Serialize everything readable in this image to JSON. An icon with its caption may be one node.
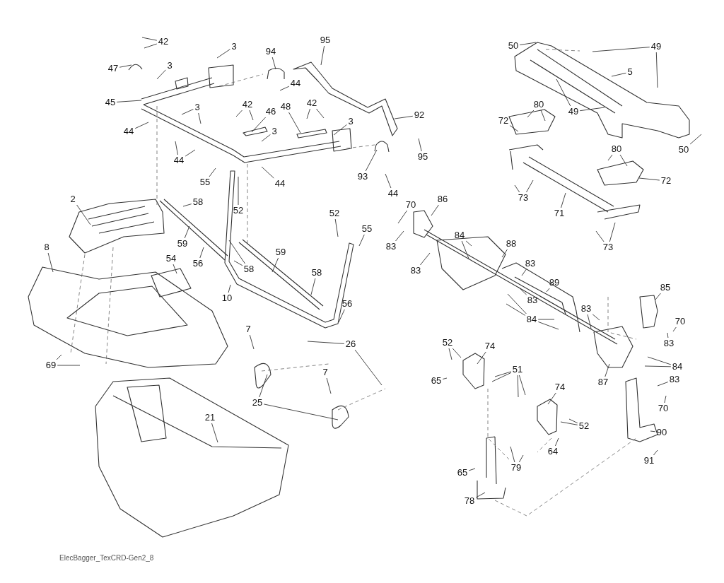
{
  "diagram": {
    "nodes": [
      {
        "text": [
          "42"
        ]
      },
      {
        "text": [
          "47"
        ]
      },
      {
        "text": [
          "3"
        ]
      },
      {
        "text": [
          "3"
        ]
      },
      {
        "text": [
          "45"
        ]
      },
      {
        "text": [
          "94"
        ]
      },
      {
        "text": [
          "95"
        ]
      },
      {
        "text": [
          "44"
        ]
      },
      {
        "text": [
          "3"
        ]
      },
      {
        "text": [
          "42"
        ]
      },
      {
        "text": [
          "46"
        ]
      },
      {
        "text": [
          "48"
        ]
      },
      {
        "text": [
          "42"
        ]
      },
      {
        "text": [
          "3"
        ]
      },
      {
        "text": [
          "92"
        ]
      },
      {
        "text": [
          "44"
        ]
      },
      {
        "text": [
          "3"
        ]
      },
      {
        "text": [
          "44"
        ]
      },
      {
        "text": [
          "95"
        ]
      },
      {
        "text": [
          "44"
        ]
      },
      {
        "text": [
          "93"
        ]
      },
      {
        "text": [
          "44"
        ]
      },
      {
        "text": [
          "55"
        ]
      },
      {
        "text": [
          "52"
        ]
      },
      {
        "text": [
          "58"
        ]
      },
      {
        "text": [
          "50"
        ]
      },
      {
        "text": [
          "49"
        ]
      },
      {
        "text": [
          "5"
        ]
      },
      {
        "text": [
          "49"
        ]
      },
      {
        "text": [
          "80"
        ]
      },
      {
        "text": [
          "72"
        ]
      },
      {
        "text": [
          "50"
        ]
      },
      {
        "text": [
          "80"
        ]
      },
      {
        "text": [
          "72"
        ]
      },
      {
        "text": [
          "73"
        ]
      },
      {
        "text": [
          "71"
        ]
      },
      {
        "text": [
          "73"
        ]
      },
      {
        "text": [
          "70"
        ]
      },
      {
        "text": [
          "86"
        ]
      },
      {
        "text": [
          "83"
        ]
      },
      {
        "text": [
          "84"
        ]
      },
      {
        "text": [
          "88"
        ]
      },
      {
        "text": [
          "83"
        ]
      },
      {
        "text": [
          "83"
        ]
      },
      {
        "text": [
          "89"
        ]
      },
      {
        "text": [
          "83"
        ]
      },
      {
        "text": [
          "84"
        ]
      },
      {
        "text": [
          "83"
        ]
      },
      {
        "text": [
          "85"
        ]
      },
      {
        "text": [
          "70"
        ]
      },
      {
        "text": [
          "83"
        ]
      },
      {
        "text": [
          "84"
        ]
      },
      {
        "text": [
          "87"
        ]
      },
      {
        "text": [
          "83"
        ]
      },
      {
        "text": [
          "70"
        ]
      },
      {
        "text": [
          "90"
        ]
      },
      {
        "text": [
          "91"
        ]
      },
      {
        "text": [
          "52"
        ]
      },
      {
        "text": [
          "74"
        ]
      },
      {
        "text": [
          "65"
        ]
      },
      {
        "text": [
          "51"
        ]
      },
      {
        "text": [
          "74"
        ]
      },
      {
        "text": [
          "52"
        ]
      },
      {
        "text": [
          "79"
        ]
      },
      {
        "text": [
          "64"
        ]
      },
      {
        "text": [
          "65"
        ]
      },
      {
        "text": [
          "78"
        ]
      },
      {
        "text": [
          "2"
        ]
      },
      {
        "text": [
          "8"
        ]
      },
      {
        "text": [
          "54"
        ]
      },
      {
        "text": [
          "59"
        ]
      },
      {
        "text": [
          "56"
        ]
      },
      {
        "text": [
          "58"
        ]
      },
      {
        "text": [
          "10"
        ]
      },
      {
        "text": [
          "52"
        ]
      },
      {
        "text": [
          "55"
        ]
      },
      {
        "text": [
          "59"
        ]
      },
      {
        "text": [
          "58"
        ]
      },
      {
        "text": [
          "56"
        ]
      },
      {
        "text": [
          "69"
        ]
      },
      {
        "text": [
          "7"
        ]
      },
      {
        "text": [
          "26"
        ]
      },
      {
        "text": [
          "7"
        ]
      },
      {
        "text": [
          "25"
        ]
      },
      {
        "text": [
          "21"
        ]
      }
    ],
    "edges": [
      {
        "from": 0,
        "to": null,
        "arrow": "none"
      },
      {
        "from": 0,
        "to": null,
        "arrow": "none"
      },
      {
        "from": 1,
        "to": null,
        "arrow": "none"
      },
      {
        "from": 2,
        "to": null,
        "arrow": "none"
      },
      {
        "from": 3,
        "to": null,
        "arrow": "none"
      },
      {
        "from": 4,
        "to": null,
        "arrow": "none"
      },
      {
        "from": 5,
        "to": null,
        "arrow": "none"
      },
      {
        "from": 6,
        "to": null,
        "arrow": "none"
      },
      {
        "from": 7,
        "to": null,
        "arrow": "none"
      },
      {
        "from": 8,
        "to": null,
        "arrow": "none"
      },
      {
        "from": 8,
        "to": null,
        "arrow": "none"
      },
      {
        "from": 9,
        "to": null,
        "arrow": "none"
      },
      {
        "from": 9,
        "to": null,
        "arrow": "none"
      },
      {
        "from": 10,
        "to": null,
        "arrow": "none"
      },
      {
        "from": 11,
        "to": null,
        "arrow": "none"
      },
      {
        "from": 12,
        "to": null,
        "arrow": "none"
      },
      {
        "from": 12,
        "to": null,
        "arrow": "none"
      },
      {
        "from": 13,
        "to": null,
        "arrow": "none"
      },
      {
        "from": 14,
        "to": null,
        "arrow": "none"
      },
      {
        "from": 15,
        "to": null,
        "arrow": "none"
      },
      {
        "from": 16,
        "to": null,
        "arrow": "none"
      },
      {
        "from": 17,
        "to": null,
        "arrow": "none"
      },
      {
        "from": 17,
        "to": null,
        "arrow": "none"
      },
      {
        "from": 18,
        "to": null,
        "arrow": "none"
      },
      {
        "from": 19,
        "to": null,
        "arrow": "none"
      },
      {
        "from": 20,
        "to": null,
        "arrow": "none"
      },
      {
        "from": 21,
        "to": null,
        "arrow": "none"
      },
      {
        "from": 22,
        "to": null,
        "arrow": "none"
      },
      {
        "from": 23,
        "to": null,
        "arrow": "none"
      },
      {
        "from": 24,
        "to": null,
        "arrow": "none"
      },
      {
        "from": 25,
        "to": null,
        "arrow": "none"
      },
      {
        "from": 26,
        "to": null,
        "arrow": "none"
      },
      {
        "from": 26,
        "to": null,
        "arrow": "none"
      },
      {
        "from": 27,
        "to": null,
        "arrow": "none"
      },
      {
        "from": 28,
        "to": null,
        "arrow": "none"
      },
      {
        "from": 28,
        "to": null,
        "arrow": "none"
      },
      {
        "from": 29,
        "to": null,
        "arrow": "none"
      },
      {
        "from": 29,
        "to": null,
        "arrow": "none"
      },
      {
        "from": 30,
        "to": null,
        "arrow": "none"
      },
      {
        "from": 31,
        "to": null,
        "arrow": "none"
      },
      {
        "from": 32,
        "to": null,
        "arrow": "none"
      },
      {
        "from": 32,
        "to": null,
        "arrow": "none"
      },
      {
        "from": 33,
        "to": null,
        "arrow": "none"
      },
      {
        "from": 34,
        "to": null,
        "arrow": "none"
      },
      {
        "from": 34,
        "to": null,
        "arrow": "none"
      },
      {
        "from": 35,
        "to": null,
        "arrow": "none"
      },
      {
        "from": 36,
        "to": null,
        "arrow": "none"
      },
      {
        "from": 36,
        "to": null,
        "arrow": "none"
      },
      {
        "from": 37,
        "to": null,
        "arrow": "none"
      },
      {
        "from": 38,
        "to": null,
        "arrow": "none"
      },
      {
        "from": 39,
        "to": null,
        "arrow": "none"
      },
      {
        "from": 40,
        "to": null,
        "arrow": "none"
      },
      {
        "from": 40,
        "to": null,
        "arrow": "none"
      },
      {
        "from": 41,
        "to": null,
        "arrow": "none"
      },
      {
        "from": 42,
        "to": null,
        "arrow": "none"
      },
      {
        "from": 43,
        "to": null,
        "arrow": "none"
      },
      {
        "from": 44,
        "to": null,
        "arrow": "none"
      },
      {
        "from": 45,
        "to": null,
        "arrow": "none"
      },
      {
        "from": 46,
        "to": null,
        "arrow": "none"
      },
      {
        "from": 46,
        "to": null,
        "arrow": "none"
      },
      {
        "from": 46,
        "to": null,
        "arrow": "none"
      },
      {
        "from": 46,
        "to": null,
        "arrow": "none"
      },
      {
        "from": 47,
        "to": null,
        "arrow": "none"
      },
      {
        "from": 47,
        "to": null,
        "arrow": "none"
      },
      {
        "from": 48,
        "to": null,
        "arrow": "none"
      },
      {
        "from": 49,
        "to": null,
        "arrow": "none"
      },
      {
        "from": 50,
        "to": null,
        "arrow": "none"
      },
      {
        "from": 51,
        "to": null,
        "arrow": "none"
      },
      {
        "from": 51,
        "to": null,
        "arrow": "none"
      },
      {
        "from": 52,
        "to": null,
        "arrow": "none"
      },
      {
        "from": 53,
        "to": null,
        "arrow": "none"
      },
      {
        "from": 54,
        "to": null,
        "arrow": "none"
      },
      {
        "from": 55,
        "to": null,
        "arrow": "none"
      },
      {
        "from": 56,
        "to": null,
        "arrow": "none"
      },
      {
        "from": 57,
        "to": null,
        "arrow": "none"
      },
      {
        "from": 57,
        "to": null,
        "arrow": "none"
      },
      {
        "from": 58,
        "to": null,
        "arrow": "none"
      },
      {
        "from": 59,
        "to": null,
        "arrow": "none"
      },
      {
        "from": 60,
        "to": null,
        "arrow": "none"
      },
      {
        "from": 60,
        "to": null,
        "arrow": "none"
      },
      {
        "from": 60,
        "to": null,
        "arrow": "none"
      },
      {
        "from": 60,
        "to": null,
        "arrow": "none"
      },
      {
        "from": 61,
        "to": null,
        "arrow": "none"
      },
      {
        "from": 62,
        "to": null,
        "arrow": "none"
      },
      {
        "from": 62,
        "to": null,
        "arrow": "none"
      },
      {
        "from": 63,
        "to": null,
        "arrow": "none"
      },
      {
        "from": 63,
        "to": null,
        "arrow": "none"
      },
      {
        "from": 64,
        "to": null,
        "arrow": "none"
      },
      {
        "from": 65,
        "to": null,
        "arrow": "none"
      },
      {
        "from": 66,
        "to": null,
        "arrow": "none"
      },
      {
        "from": 67,
        "to": null,
        "arrow": "none"
      },
      {
        "from": 68,
        "to": null,
        "arrow": "none"
      },
      {
        "from": 69,
        "to": null,
        "arrow": "none"
      },
      {
        "from": 70,
        "to": null,
        "arrow": "none"
      },
      {
        "from": 71,
        "to": null,
        "arrow": "none"
      },
      {
        "from": 72,
        "to": null,
        "arrow": "none"
      },
      {
        "from": 72,
        "to": null,
        "arrow": "none"
      },
      {
        "from": 73,
        "to": null,
        "arrow": "none"
      },
      {
        "from": 74,
        "to": null,
        "arrow": "none"
      },
      {
        "from": 75,
        "to": null,
        "arrow": "none"
      },
      {
        "from": 76,
        "to": null,
        "arrow": "none"
      },
      {
        "from": 77,
        "to": null,
        "arrow": "none"
      },
      {
        "from": 78,
        "to": null,
        "arrow": "none"
      },
      {
        "from": 79,
        "to": null,
        "arrow": "none"
      },
      {
        "from": 79,
        "to": null,
        "arrow": "none"
      },
      {
        "from": 80,
        "to": null,
        "arrow": "none"
      },
      {
        "from": 81,
        "to": null,
        "arrow": "none"
      },
      {
        "from": 81,
        "to": null,
        "arrow": "none"
      },
      {
        "from": 82,
        "to": null,
        "arrow": "none"
      },
      {
        "from": 83,
        "to": null,
        "arrow": "none"
      },
      {
        "from": 83,
        "to": null,
        "arrow": "none"
      },
      {
        "from": 84,
        "to": null,
        "arrow": "none"
      }
    ],
    "labels": [
      "ElecBagger_TexCRD-Gen2_8"
    ]
  }
}
